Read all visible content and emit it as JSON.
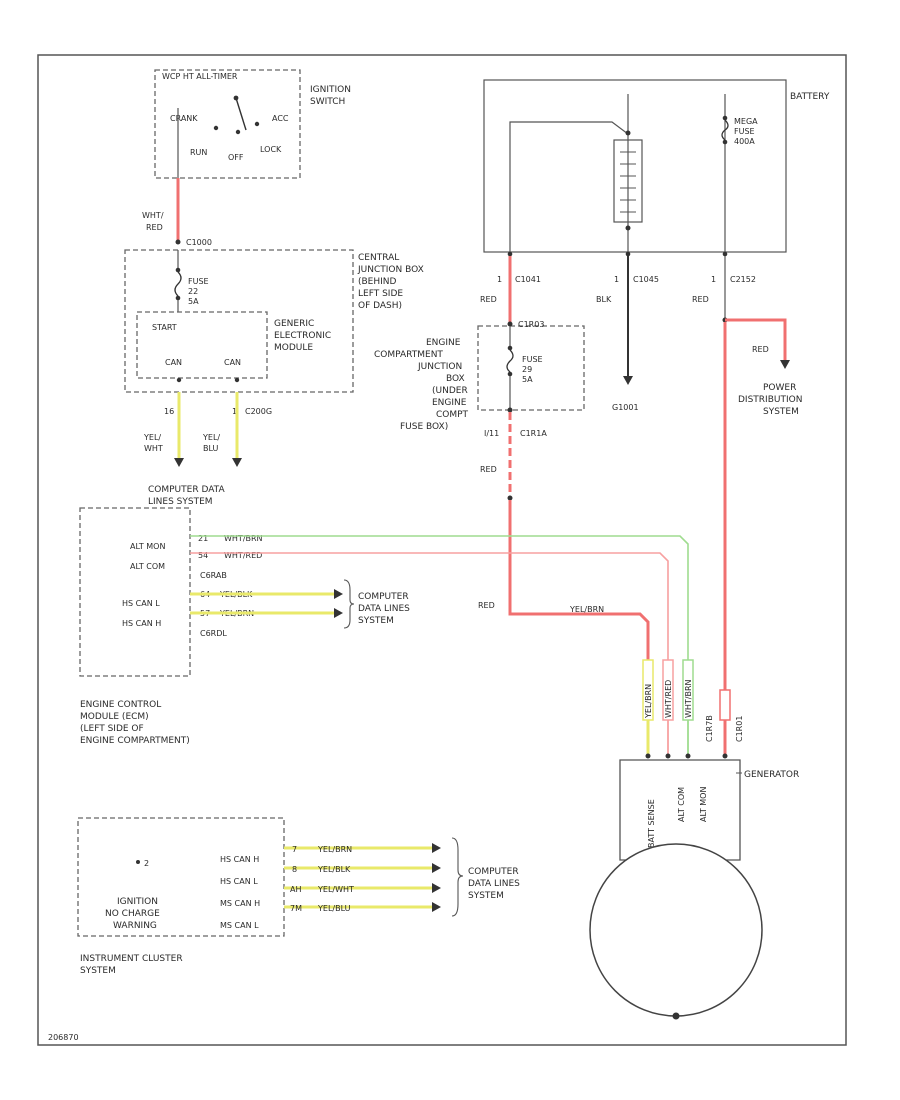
{
  "colors": {
    "red_wire": "#f07070",
    "pink_wire": "#f7a0a0",
    "yellow_wire": "#e9e96a",
    "green_wire": "#9fdc8f",
    "black_wire": "#333333",
    "frame": "#555555"
  },
  "ignition_switch": {
    "header": "WCP HT ALL-TIMER",
    "name_l1": "IGNITION",
    "name_l2": "SWITCH",
    "pos_crank": "CRANK",
    "pos_acc": "ACC",
    "pos_run": "RUN",
    "pos_off": "OFF",
    "pos_lock": "LOCK",
    "wire_l1": "WHT/",
    "wire_l2": "RED",
    "conn": "C1000"
  },
  "cjb": {
    "name_l1": "CENTRAL",
    "name_l2": "JUNCTION BOX",
    "name_l3": "(BEHIND",
    "name_l4": "LEFT SIDE",
    "name_l5": "OF DASH)",
    "fuse_l1": "FUSE",
    "fuse_l2": "22",
    "fuse_l3": "5A",
    "start": "START",
    "can1": "CAN",
    "can2": "CAN",
    "gem_l1": "GENERIC",
    "gem_l2": "ELECTRONIC",
    "gem_l3": "MODULE",
    "pin1": "16",
    "pin2": "1",
    "conn2": "C200G",
    "w1_l1": "YEL/",
    "w1_l2": "WHT",
    "w2_l1": "YEL/",
    "w2_l2": "BLU",
    "cds_l1": "COMPUTER DATA",
    "cds_l2": "LINES SYSTEM"
  },
  "battery": {
    "name": "BATTERY",
    "mega_l1": "MEGA",
    "mega_l2": "FUSE",
    "mega_l3": "400A",
    "pin_a": "1",
    "conn_a": "C1041",
    "pin_b": "1",
    "conn_b": "C1045",
    "pin_c": "1",
    "conn_c": "C2152",
    "wire_a": "RED",
    "wire_b": "BLK",
    "wire_c": "RED",
    "ground": "G1001",
    "wire_d": "RED",
    "pds_l1": "POWER",
    "pds_l2": "DISTRIBUTION",
    "pds_l3": "SYSTEM"
  },
  "ecjb": {
    "name_l1": "ENGINE",
    "name_l2": "COMPARTMENT",
    "name_l3": "JUNCTION",
    "name_l4": "BOX",
    "name_l5": "(UNDER",
    "name_l6": "ENGINE",
    "name_l7": "COMPT",
    "name_l8": "FUSE BOX)",
    "conn_top": "C1R03",
    "fuse_l1": "FUSE",
    "fuse_l2": "29",
    "fuse_l3": "5A",
    "conn_bot": "C1R1A",
    "pin_bot": "I/11",
    "wire_bot": "RED",
    "wire_run": "RED"
  },
  "ecm": {
    "pin_altmon": "21",
    "wire_altmon": "WHT/BRN",
    "pin_altcom": "54",
    "wire_altcom": "WHT/RED",
    "lbl_altmon": "ALT MON",
    "lbl_altcom": "ALT COM",
    "conn_a": "C6RAB",
    "lbl_hscanl": "HS CAN L",
    "lbl_hscanh": "HS CAN H",
    "pin_l": "64",
    "pin_h": "57",
    "wire_l": "YEL/BLK",
    "wire_h": "YEL/BRN",
    "conn_b": "C6RDL",
    "cds_l1": "COMPUTER",
    "cds_l2": "DATA LINES",
    "cds_l3": "SYSTEM",
    "name_l1": "ENGINE CONTROL",
    "name_l2": "MODULE (ECM)",
    "name_l3": "(LEFT SIDE OF",
    "name_l4": "ENGINE COMPARTMENT)"
  },
  "generator": {
    "name": "GENERATOR",
    "pin_batt": "BATT SENSE",
    "pin_altcom": "ALT COM",
    "pin_altmon": "ALT MON",
    "conn_a": "C1R7B",
    "conn_b": "C1R01",
    "run_wire": "YEL/BRN",
    "v1": "YEL/BRN",
    "v2": "WHT/RED",
    "v3": "WHT/BRN"
  },
  "cluster": {
    "lamp_l1": "IGNITION",
    "lamp_l2": "NO CHARGE",
    "lamp_l3": "WARNING",
    "name_l1": "INSTRUMENT CLUSTER",
    "name_l2": "SYSTEM",
    "lbl1": "HS CAN H",
    "lbl2": "HS CAN L",
    "lbl3": "MS CAN H",
    "lbl4": "MS CAN L",
    "pin1": "7",
    "pin2": "8",
    "pin3": "AH",
    "pin4": "7M",
    "w1": "YEL/BRN",
    "w2": "YEL/BLK",
    "w3": "YEL/WHT",
    "w4": "YEL/BLU",
    "cds_l1": "COMPUTER",
    "cds_l2": "DATA LINES",
    "cds_l3": "SYSTEM"
  },
  "footer": {
    "code": "206870"
  }
}
